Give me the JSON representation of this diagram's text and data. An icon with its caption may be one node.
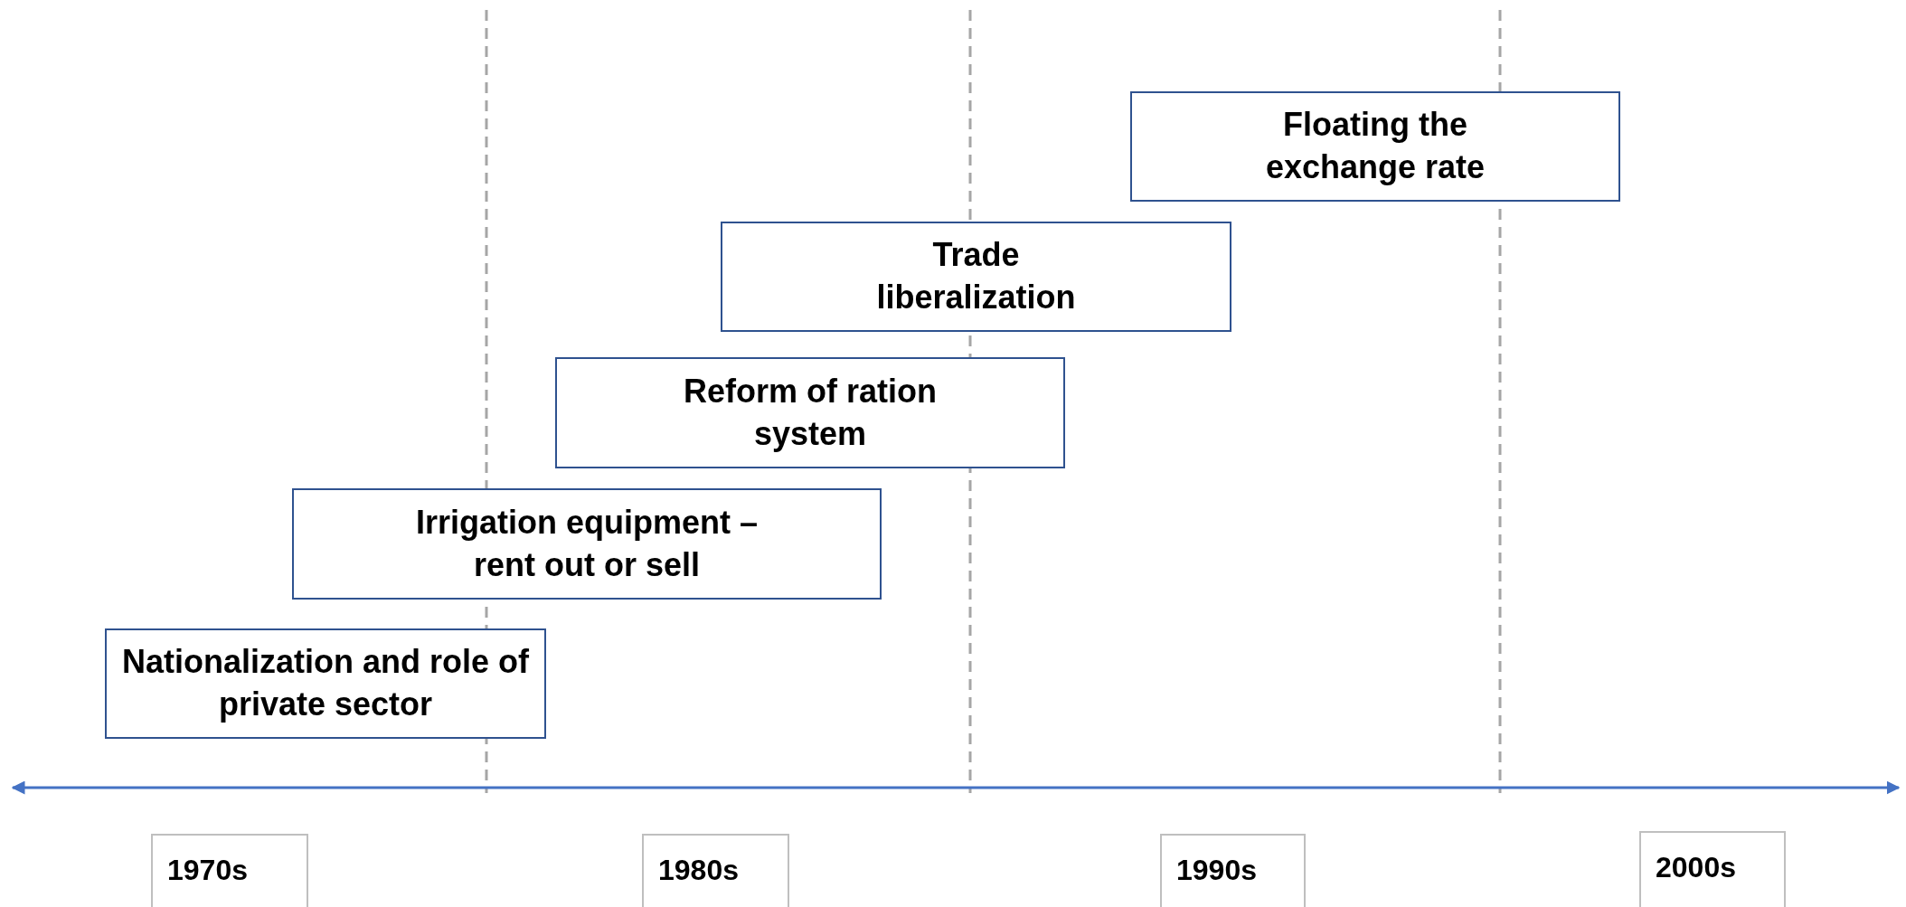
{
  "diagram": {
    "nodes": [
      {
        "text": [
          "Floating the exchange rate"
        ]
      },
      {
        "text": [
          "Trade liberalization"
        ]
      },
      {
        "text": [
          "Reform of ration system"
        ]
      },
      {
        "text": [
          "Irrigation equipment – rent out or sell"
        ]
      },
      {
        "text": [
          "Nationalization and role of private sector"
        ]
      },
      {
        "text": [
          "1970s"
        ]
      },
      {
        "text": [
          "1980s"
        ]
      },
      {
        "text": [
          "1990s"
        ]
      },
      {
        "text": [
          "2000s"
        ]
      }
    ]
  }
}
